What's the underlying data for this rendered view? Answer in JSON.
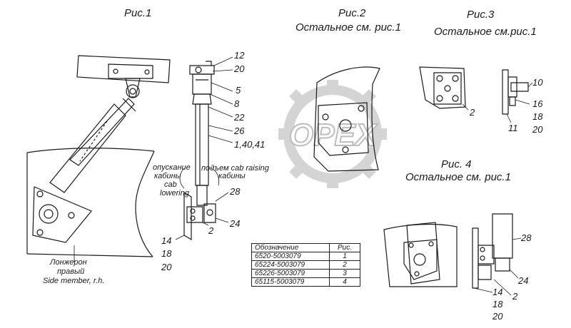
{
  "figures": {
    "fig1": {
      "title": "Рис.1"
    },
    "fig2": {
      "title": "Рис.2",
      "subtitle": "Остальное см. рис.1"
    },
    "fig3": {
      "title": "Рис.3",
      "subtitle": "Остальное см.рис.1"
    },
    "fig4": {
      "title": "Рис. 4",
      "subtitle": "Остальное см. рис.1"
    }
  },
  "callouts": {
    "fig1": [
      "12",
      "20",
      "5",
      "8",
      "22",
      "26",
      "1,40,41",
      "28",
      "24",
      "2",
      "14",
      "18",
      "20"
    ],
    "fig3": [
      "10",
      "16",
      "18",
      "20",
      "2",
      "11"
    ],
    "fig4": [
      "28",
      "24",
      "2",
      "14",
      "18",
      "20"
    ]
  },
  "labels": {
    "lowering_ru_1": "опускание",
    "lowering_ru_2": "кабины",
    "lowering_en_1": "cab",
    "lowering_en_2": "lowering",
    "raising_ru_en": "подъем cab raising",
    "raising_ru_2": "кабины",
    "member_ru_1": "Лонжерон",
    "member_ru_2": "правый",
    "member_en": "Side member, r.h."
  },
  "watermark": "OPEX",
  "table": {
    "headers": [
      "Обозначение",
      "Рис."
    ],
    "rows": [
      [
        "6520-5003079",
        "1"
      ],
      [
        "65224-5003079",
        "2"
      ],
      [
        "65226-5003079",
        "3"
      ],
      [
        "65115-5003079",
        "4"
      ]
    ]
  },
  "colors": {
    "line": "#1a1a1a",
    "watermark": "#d4d4d4"
  }
}
